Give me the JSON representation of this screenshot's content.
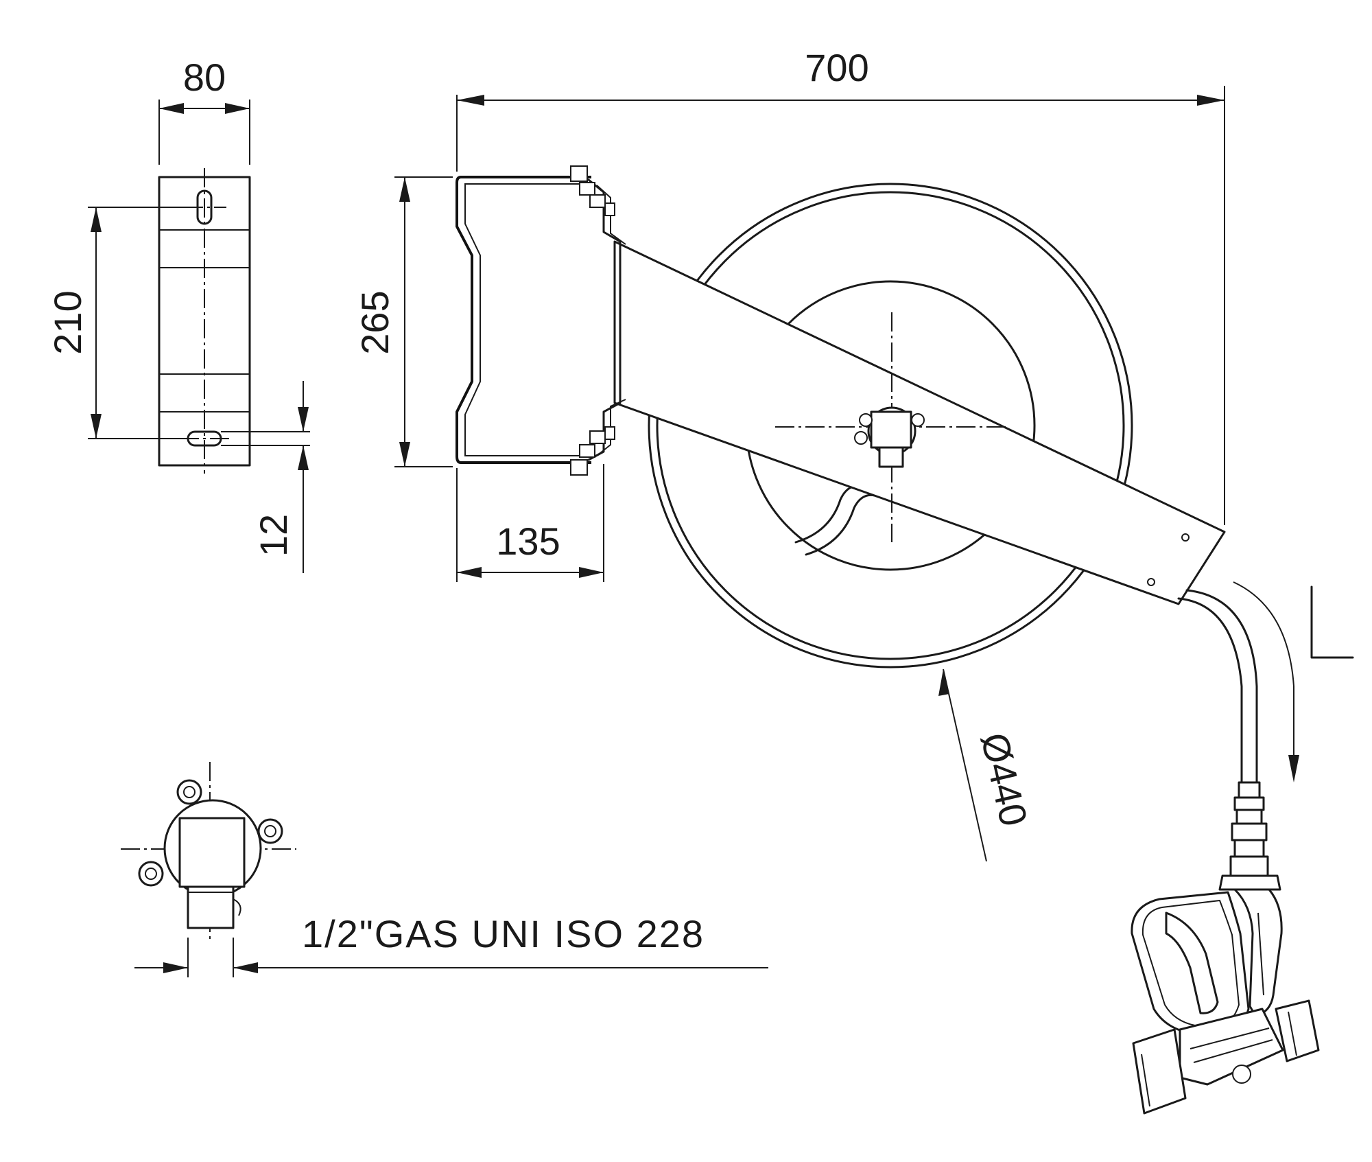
{
  "dimensions": {
    "bracket_width": "80",
    "slot_spacing": "210",
    "slot_width": "12",
    "overall_length": "700",
    "bracket_height": "265",
    "bracket_depth": "135",
    "drum_diameter": "Ø440"
  },
  "thread_note": "1/2\"GAS UNI ISO 228",
  "hose_length_label": "L"
}
